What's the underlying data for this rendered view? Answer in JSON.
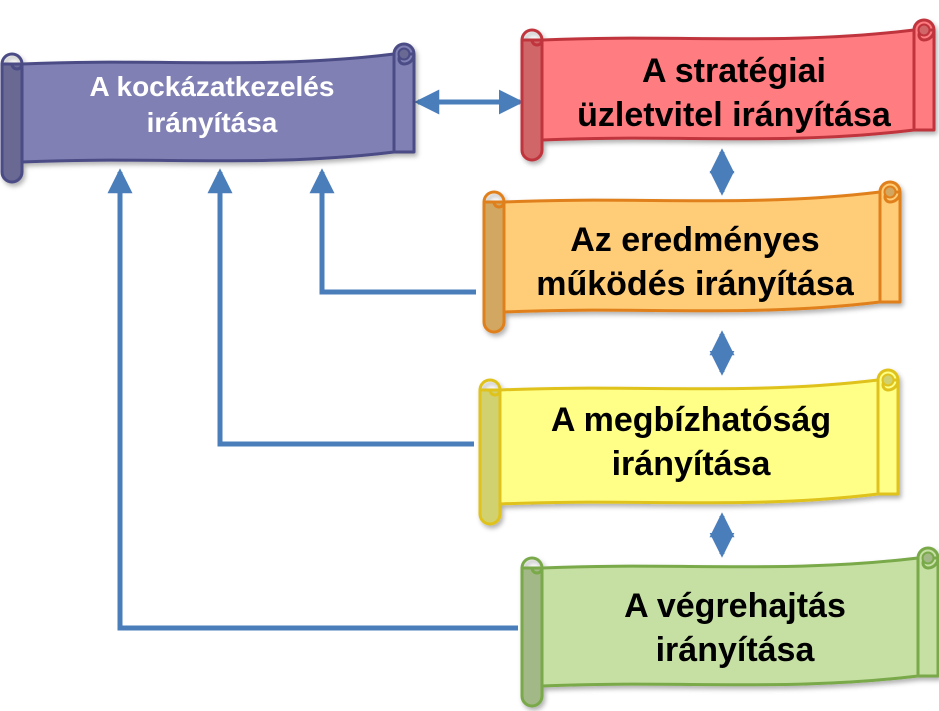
{
  "diagram": {
    "nodes": [
      {
        "id": "risk",
        "lines": [
          "A kockázatkezelés",
          "irányítása"
        ],
        "fill": "#8080b4",
        "stroke": "#4b4b86",
        "text_color": "#ffffff"
      },
      {
        "id": "strategic",
        "lines": [
          "A stratégiai",
          "üzletvitel irányítása"
        ],
        "fill": "#ff7c80",
        "stroke": "#c0343c",
        "text_color": "#000000"
      },
      {
        "id": "effective",
        "lines": [
          "Az eredményes",
          "működés irányítása"
        ],
        "fill": "#ffcc77",
        "stroke": "#e0801a",
        "text_color": "#000000"
      },
      {
        "id": "reliability",
        "lines": [
          "A megbízhatóság",
          "irányítása"
        ],
        "fill": "#ffff88",
        "stroke": "#e0c21a",
        "text_color": "#000000"
      },
      {
        "id": "execution",
        "lines": [
          "A végrehajtás",
          "irányítása"
        ],
        "fill": "#c6e0a4",
        "stroke": "#79a94a",
        "text_color": "#000000"
      }
    ],
    "arrow_color": "#4a7ebb",
    "edges": [
      {
        "from": "risk",
        "to": "strategic",
        "bidirectional": true
      },
      {
        "from": "strategic",
        "to": "effective",
        "bidirectional": true
      },
      {
        "from": "effective",
        "to": "reliability",
        "bidirectional": true
      },
      {
        "from": "reliability",
        "to": "execution",
        "bidirectional": true
      },
      {
        "from": "effective",
        "to": "risk",
        "bidirectional": false
      },
      {
        "from": "reliability",
        "to": "risk",
        "bidirectional": false
      },
      {
        "from": "execution",
        "to": "risk",
        "bidirectional": false
      }
    ]
  }
}
